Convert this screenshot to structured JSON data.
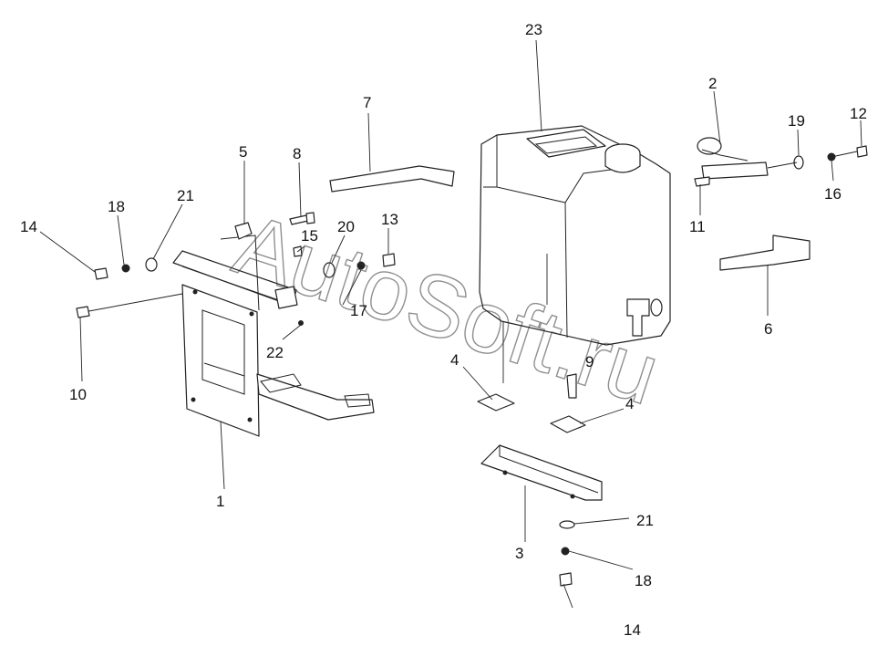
{
  "watermark": "AutoSoft.ru",
  "callouts": [
    {
      "id": "c1",
      "label": "1"
    },
    {
      "id": "c2",
      "label": "2"
    },
    {
      "id": "c3",
      "label": "3"
    },
    {
      "id": "c4a",
      "label": "4"
    },
    {
      "id": "c4b",
      "label": "4"
    },
    {
      "id": "c5",
      "label": "5"
    },
    {
      "id": "c6",
      "label": "6"
    },
    {
      "id": "c7",
      "label": "7"
    },
    {
      "id": "c8",
      "label": "8"
    },
    {
      "id": "c9",
      "label": "9"
    },
    {
      "id": "c10",
      "label": "10"
    },
    {
      "id": "c11",
      "label": "11"
    },
    {
      "id": "c12",
      "label": "12"
    },
    {
      "id": "c13",
      "label": "13"
    },
    {
      "id": "c14a",
      "label": "14"
    },
    {
      "id": "c14b",
      "label": "14"
    },
    {
      "id": "c15",
      "label": "15"
    },
    {
      "id": "c16",
      "label": "16"
    },
    {
      "id": "c17",
      "label": "17"
    },
    {
      "id": "c18a",
      "label": "18"
    },
    {
      "id": "c18b",
      "label": "18"
    },
    {
      "id": "c19",
      "label": "19"
    },
    {
      "id": "c20",
      "label": "20"
    },
    {
      "id": "c21a",
      "label": "21"
    },
    {
      "id": "c21b",
      "label": "21"
    },
    {
      "id": "c22",
      "label": "22"
    },
    {
      "id": "c23",
      "label": "23"
    }
  ]
}
